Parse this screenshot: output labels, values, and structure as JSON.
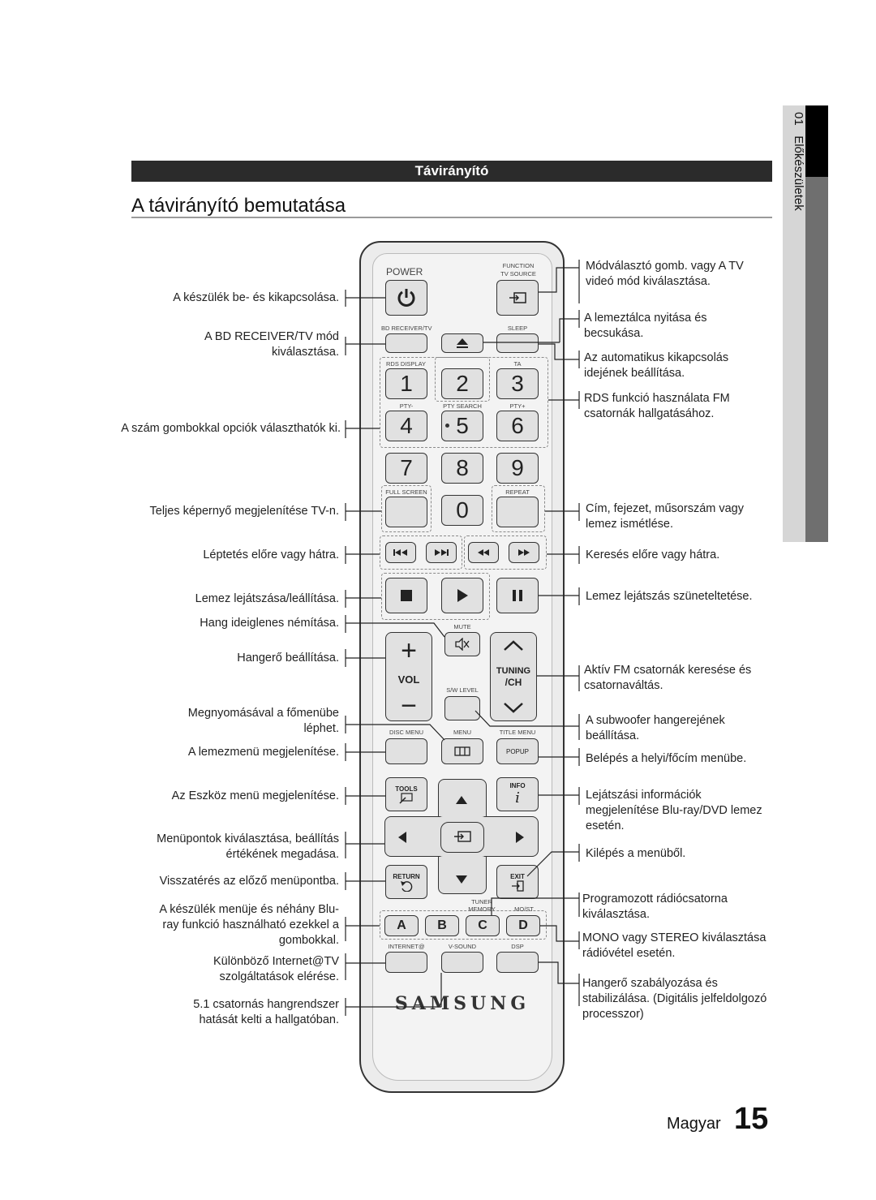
{
  "header": {
    "section": "Távirányító",
    "title": "A távirányító bemutatása"
  },
  "side_tab": {
    "number": "01",
    "chapter": "Előkészületek"
  },
  "footer": {
    "language": "Magyar",
    "page": "15"
  },
  "left_labels": [
    "A készülék be- és kikapcsolása.",
    "A BD RECEIVER/TV mód kiválasztása.",
    "A szám gombokkal opciók választhatók ki.",
    "Teljes képernyő megjelenítése TV-n.",
    "Léptetés előre vagy hátra.",
    "Lemez lejátszása/leállítása.",
    "Hang ideiglenes némítása.",
    "Hangerő beállítása.",
    "Megnyomásával a főmenübe léphet.",
    "A lemezmenü megjelenítése.",
    "Az Eszköz menü megjelenítése.",
    "Menüpontok kiválasztása, beállítás értékének megadása.",
    "Visszatérés az előző menüpontba.",
    "A készülék menüje és néhány Blu-ray funkció használható ezekkel a gombokkal.",
    "Különböző Internet@TV szolgáltatások elérése.",
    "5.1 csatornás hangrendszer hatását kelti a hallgatóban."
  ],
  "right_labels": [
    "Módválasztó gomb. vagy A TV videó mód kiválasztása.",
    "A lemeztálca nyitása és becsukása.",
    "Az automatikus kikapcsolás idejének beállítása.",
    "RDS funkció használata FM csatornák hallgatásához.",
    "Cím, fejezet, műsorszám vagy lemez ismétlése.",
    "Keresés előre vagy hátra.",
    "Lemez lejátszás szüneteltetése.",
    "Aktív FM csatornák keresése és csatornaváltás.",
    "A subwoofer hangerejének beállítása.",
    "Belépés a helyi/főcím menübe.",
    "Lejátszási információk megjelenítése Blu-ray/DVD lemez esetén.",
    "Kilépés a menüből.",
    "Programozott rádiócsatorna kiválasztása.",
    "MONO vagy STEREO kiválasztása rádióvétel esetén.",
    "Hangerő szabályozása és stabilizálása. (Digitális jelfeldolgozó processzor)"
  ],
  "remote": {
    "power": "POWER",
    "function": "FUNCTION",
    "tv_source": "TV SOURCE",
    "bd_receiver": "BD RECEIVER/TV",
    "sleep": "SLEEP",
    "rds_display": "RDS DISPLAY",
    "ta": "TA",
    "pty_minus": "PTY-",
    "pty_search": "PTY SEARCH",
    "pty_plus": "PTY+",
    "full_screen": "FULL SCREEN",
    "repeat": "REPEAT",
    "numbers": [
      "1",
      "2",
      "3",
      "4",
      "5",
      "6",
      "7",
      "8",
      "9",
      "0"
    ],
    "mute": "MUTE",
    "vol": "VOL",
    "tuning": "TUNING",
    "ch": "/CH",
    "sw_level": "S/W LEVEL",
    "disc_menu": "DISC MENU",
    "menu": "MENU",
    "title_menu": "TITLE MENU",
    "popup": "POPUP",
    "tools": "TOOLS",
    "info": "INFO",
    "return": "RETURN",
    "exit": "EXIT",
    "tuner_memory_1": "TUNER",
    "tuner_memory_2": "MEMORY",
    "mo_st": "MO/ST",
    "abcd": [
      "A",
      "B",
      "C",
      "D"
    ],
    "internet": "INTERNET@",
    "vsound": "V-SOUND",
    "dsp": "DSP",
    "brand": "SAMSUNG"
  }
}
